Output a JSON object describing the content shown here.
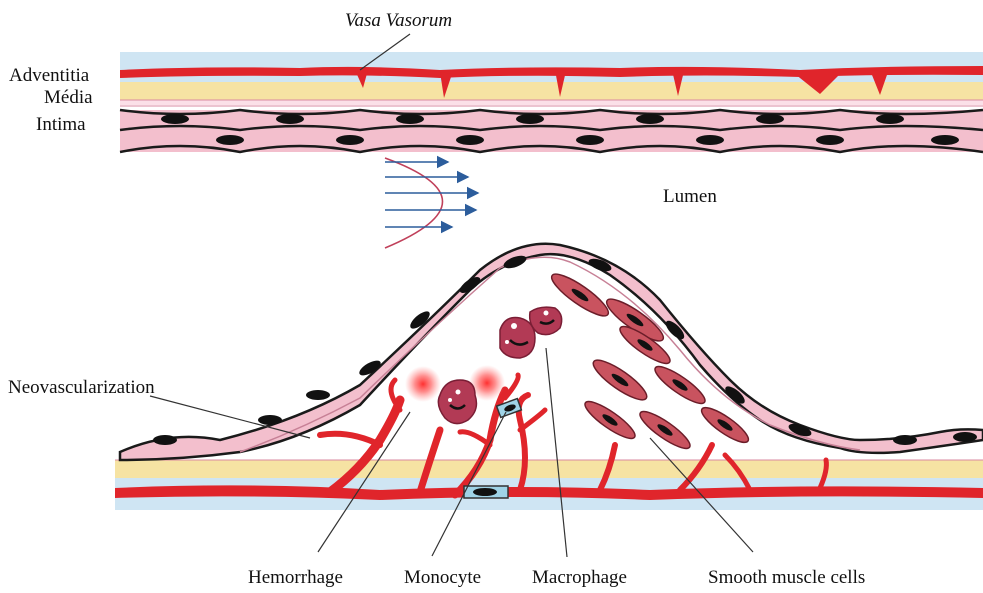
{
  "labels": {
    "vasa_vorum": "Vasa Vasorum",
    "adventitia": "Adventitia",
    "media": "Média",
    "intima": "Intima",
    "lumen": "Lumen",
    "neovascularization": "Neovascularization",
    "hemorrhage": "Hemorrhage",
    "monocyte": "Monocyte",
    "macrophage": "Macrophage",
    "smooth_muscle_cells": "Smooth muscle cells"
  },
  "colors": {
    "vessel_red": "#e0252b",
    "adventitia_blue": "#cfe5f3",
    "media_yellow": "#f6e3a3",
    "intima_pink": "#f5c6d2",
    "endothelial_fill": "#f3bfcd",
    "nucleus": "#111111",
    "flow_arrow": "#2c5d9c",
    "flow_profile": "#c0405a",
    "macrophage": "#b23a55",
    "smooth_muscle": "#c9535f",
    "hemorrhage_glow": "#ff3b3b"
  }
}
